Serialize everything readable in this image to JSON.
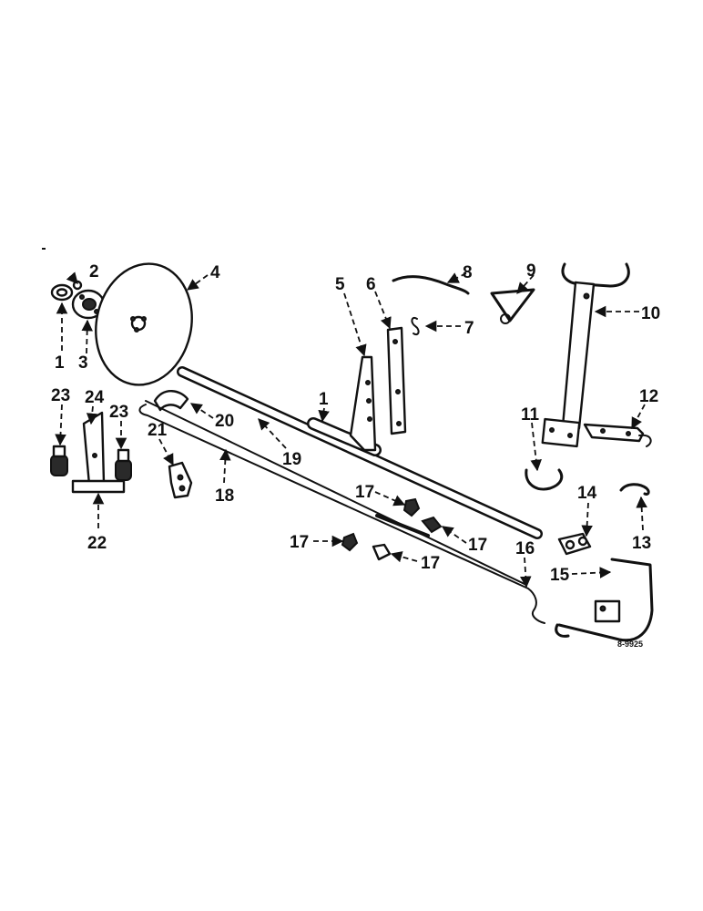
{
  "callouts": {
    "c1": "1",
    "c2": "2",
    "c3": "3",
    "c4": "4",
    "c5": "5",
    "c6": "6",
    "c7": "7",
    "c8": "8",
    "c9": "9",
    "c10": "10",
    "c11": "11",
    "c12": "12",
    "c13": "13",
    "c14": "14",
    "c15": "15",
    "c16": "16",
    "c17": "17",
    "c18": "18",
    "c19": "19",
    "c20": "20",
    "c21": "21",
    "c22": "22",
    "c23": "23",
    "c24": "24"
  },
  "drawing_code": "8-9925"
}
